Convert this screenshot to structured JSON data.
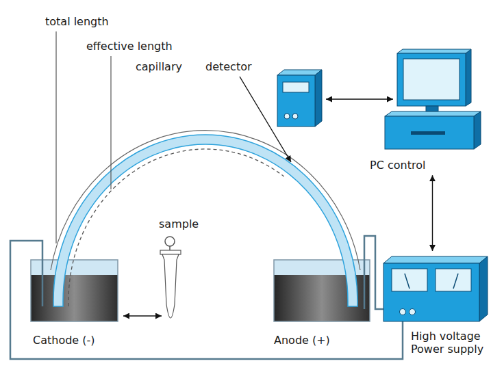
{
  "diagram": {
    "nodes": [
      {
        "text": [
          "PC control"
        ]
      },
      {
        "text": [
          "Cathode (-)"
        ]
      },
      {
        "text": [
          "Anode (+)"
        ]
      },
      {
        "text": [
          "High voltage Power supply"
        ]
      }
    ],
    "edges": [
      {
        "from": 0,
        "to": 3,
        "arrow": "both"
      }
    ],
    "labels": [
      "total length",
      "effective length",
      "capillary",
      "detector",
      "sample"
    ]
  }
}
